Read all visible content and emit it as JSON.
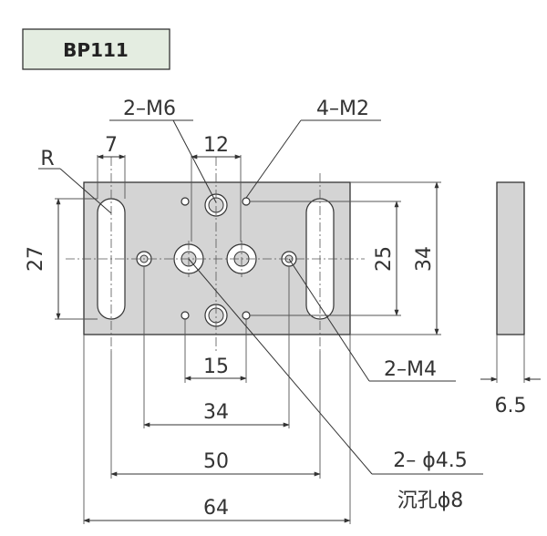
{
  "part": {
    "model": "BP111"
  },
  "labels": {
    "thread_m6": "2–M6",
    "thread_m2": "4–M2",
    "thread_m4": "2–M4",
    "through_hole": "2– ϕ4.5",
    "counterbore": "沉孔ϕ8",
    "radius": "R"
  },
  "dimensions": {
    "slot_width": "7",
    "m6_spacing": "12",
    "slot_length": "27",
    "m2_spacing": "25",
    "plate_height": "34",
    "m2_horizontal": "15",
    "m4_spacing": "34",
    "slot_spacing": "50",
    "plate_width": "64",
    "thickness": "6.5"
  }
}
